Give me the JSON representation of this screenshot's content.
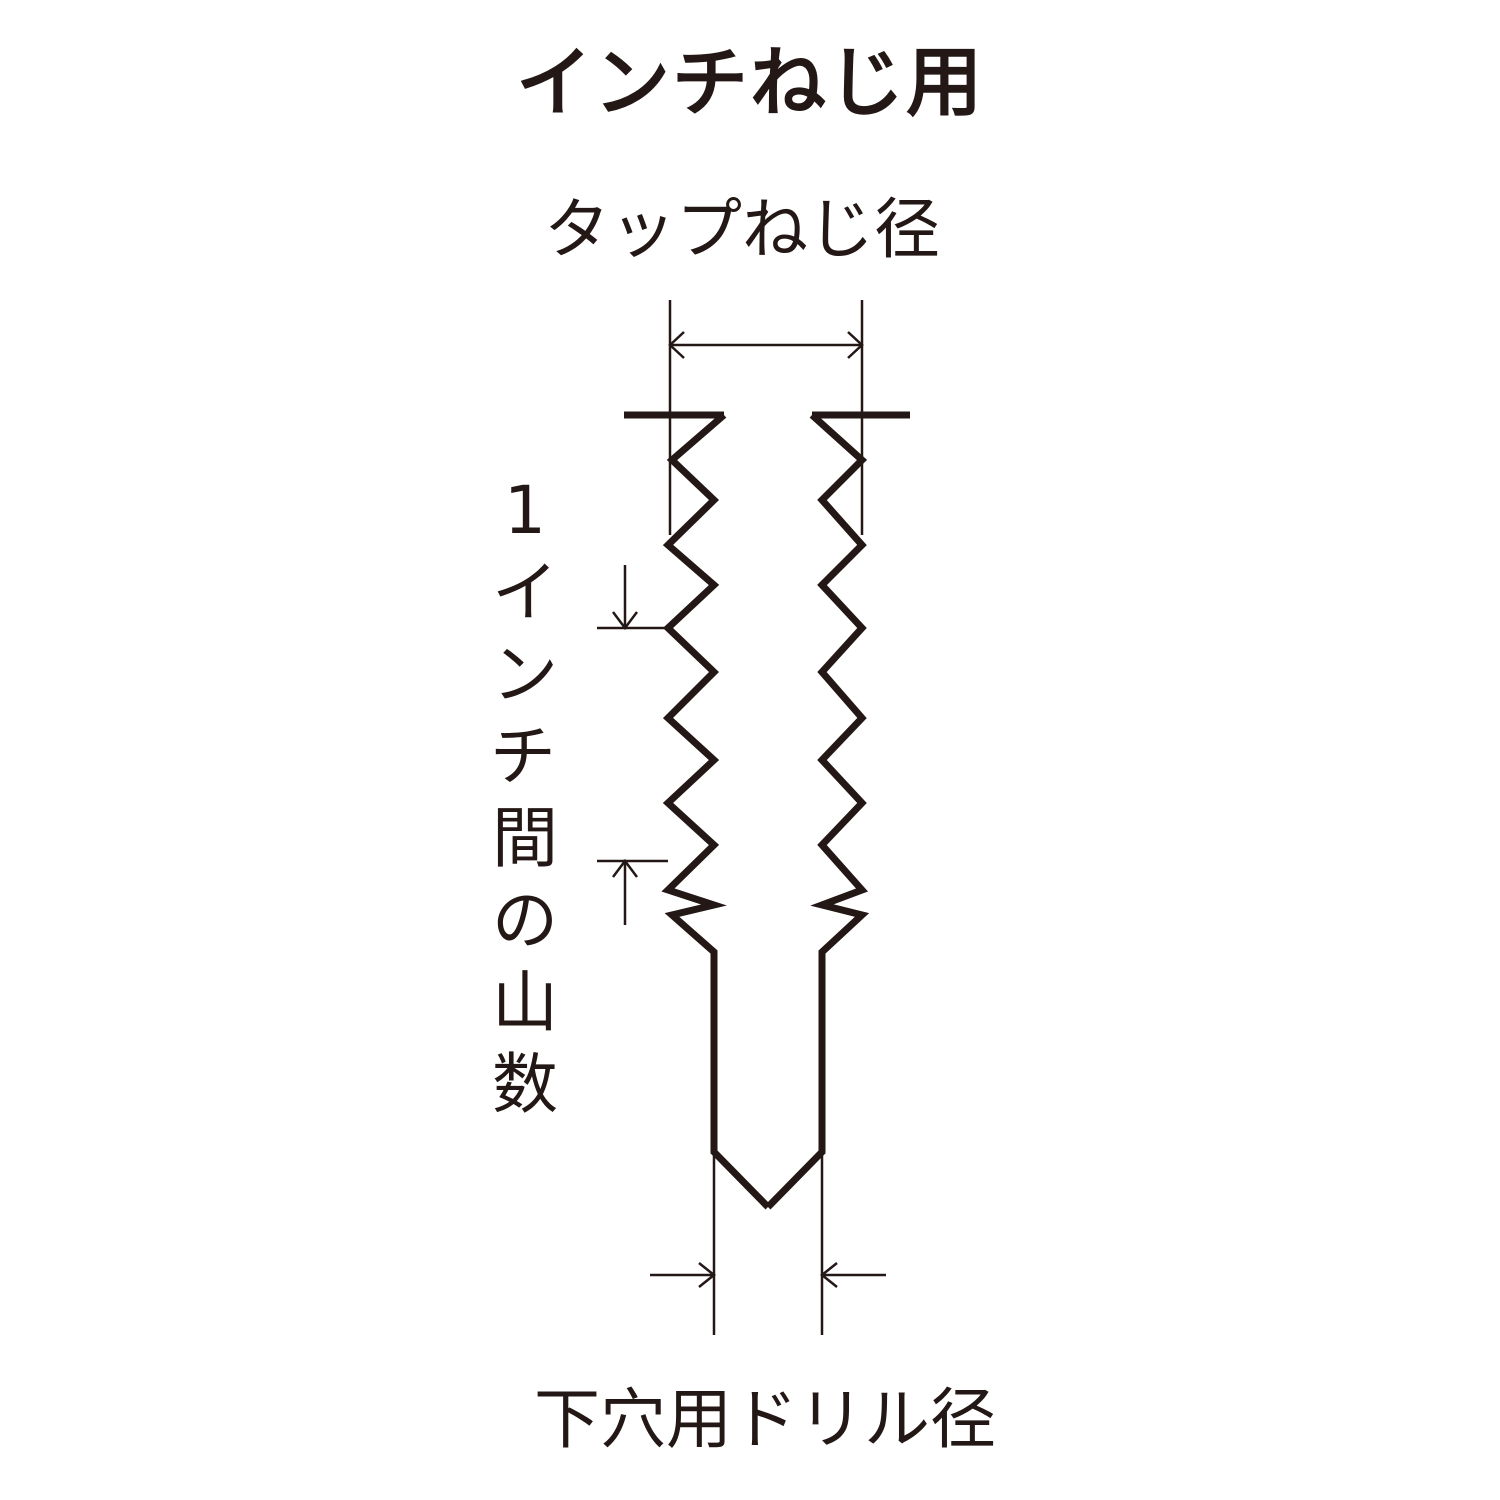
{
  "title": "インチねじ用",
  "labels": {
    "tap_thread_diameter": "タップねじ径",
    "threads_per_inch": [
      "1",
      "イ",
      "ン",
      "チ",
      "間",
      "の",
      "山",
      "数"
    ],
    "pilot_drill_diameter": "下穴用ドリル径"
  },
  "colors": {
    "ink": "#231815",
    "background": "#ffffff"
  }
}
